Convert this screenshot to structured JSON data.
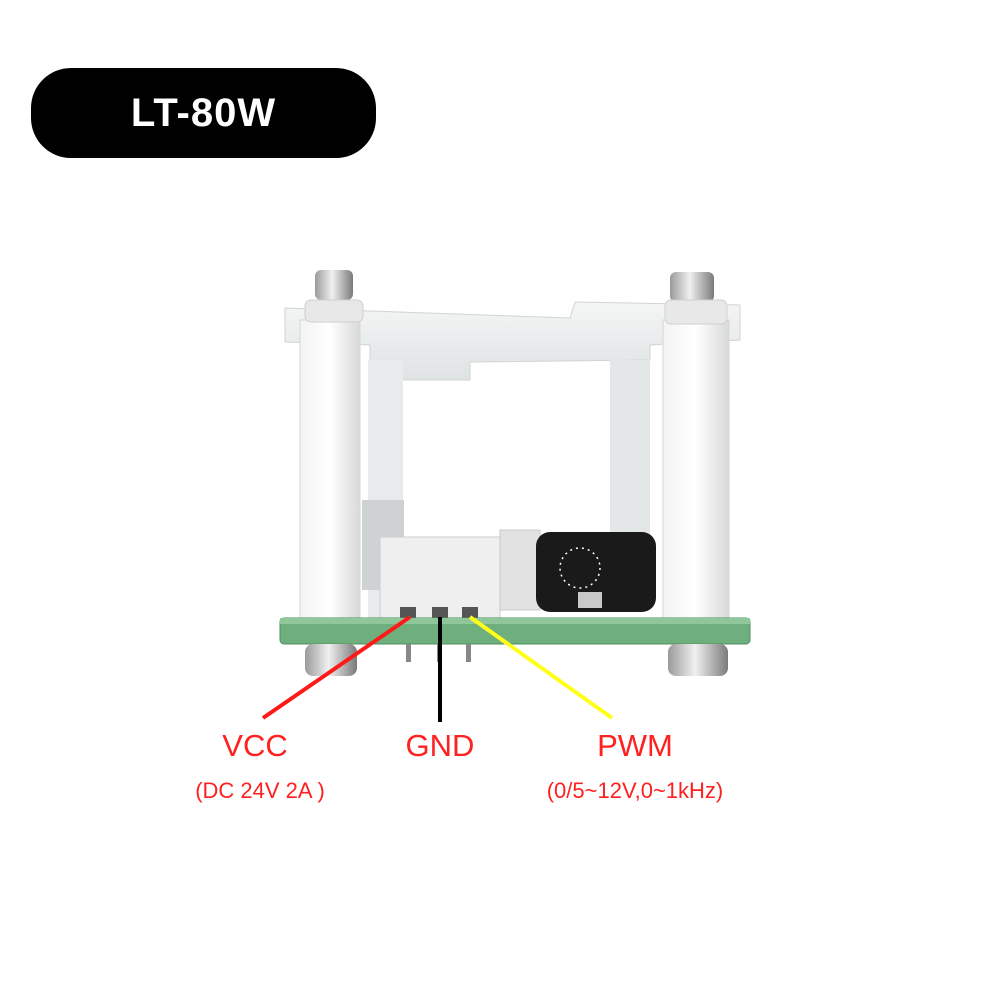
{
  "badge": {
    "title": "LT-80W"
  },
  "pins": [
    {
      "name": "VCC",
      "detail": "(DC 24V 2A )",
      "wire_color": "#ff1a1a",
      "text_color": "#ff2020"
    },
    {
      "name": "GND",
      "detail": "",
      "wire_color": "#000000",
      "text_color": "#ff2020"
    },
    {
      "name": "PWM",
      "detail": "(0/5~12V,0~1kHz)",
      "wire_color": "#ffff1a",
      "text_color": "#ff2020"
    }
  ],
  "colors": {
    "pcb": "#6fae7d",
    "standoff": "#e6e6e6",
    "bracket": "#ecefef",
    "badge": "#000000"
  }
}
